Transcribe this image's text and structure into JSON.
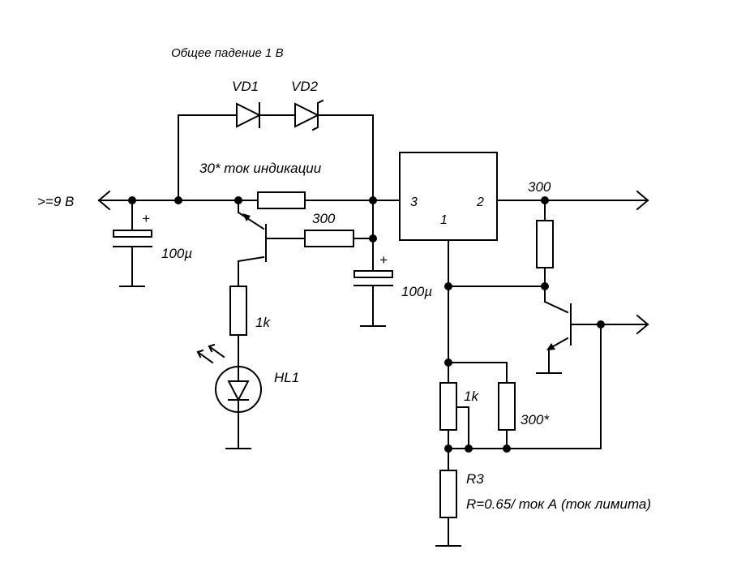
{
  "labels": {
    "total_drop": "Общее падение 1 В",
    "vd1": "VD1",
    "vd2": "VD2",
    "indication_current": "30* ток индикации",
    "input_voltage": ">=9 В",
    "plus_left": "+",
    "cap_left": "100µ",
    "r_series": "300",
    "plus_mid": "+",
    "cap_mid": "100µ",
    "r_led": "1k",
    "led": "HL1",
    "pin3": "3",
    "pin2": "2",
    "pin1": "1",
    "r_out": "300",
    "pot": "1k",
    "r_parallel": "300*",
    "r3": "R3",
    "r3_formula": "R=0.65/ ток А (ток лимита)"
  }
}
